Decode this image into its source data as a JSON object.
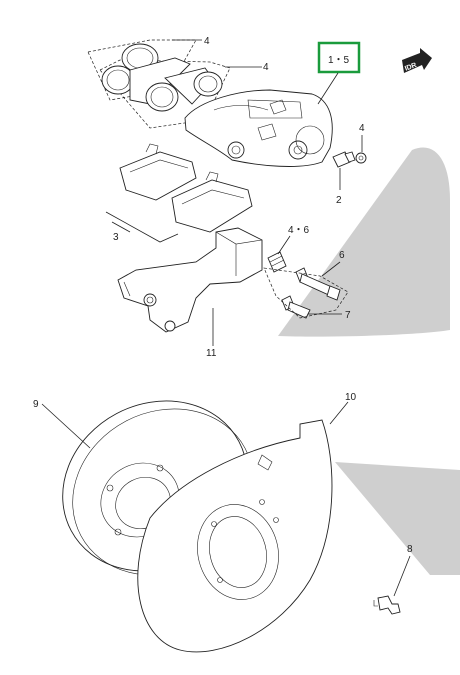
{
  "diagram": {
    "highlight_color": "#1a9b3c",
    "shade_color": "#cfcfcf",
    "direction_badge": "IDR",
    "callouts": {
      "c4a": "4",
      "c4b": "4",
      "c15": "1・5",
      "c4c": "4",
      "c2": "2",
      "c3": "3",
      "c46": "4・6",
      "c6": "6",
      "c7": "7",
      "c11": "11",
      "c9": "9",
      "c10": "10",
      "c8": "8"
    }
  }
}
